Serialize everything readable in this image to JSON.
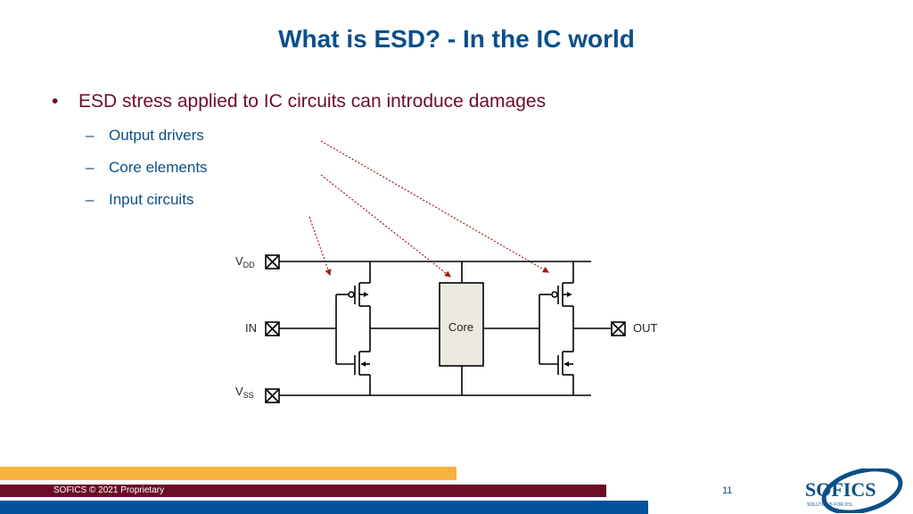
{
  "title": "What is ESD? - In the IC world",
  "bullet": {
    "marker": "•",
    "text": "ESD stress applied to IC circuits can introduce damages"
  },
  "sub_items": [
    {
      "dash": "–",
      "text": "Output drivers"
    },
    {
      "dash": "–",
      "text": "Core elements"
    },
    {
      "dash": "–",
      "text": "Input circuits"
    }
  ],
  "circuit": {
    "vdd": "V",
    "vdd_sub": "DD",
    "vss": "V",
    "vss_sub": "SS",
    "in": "IN",
    "out": "OUT",
    "core": "Core"
  },
  "footer": {
    "text": "SOFICS © 2021 Proprietary",
    "page": "11",
    "logo_text": "SOFICS",
    "logo_tagline": "SOLUTIONS FOR ICS"
  },
  "colors": {
    "title": "#0b4f8a",
    "bullet": "#6b0d27",
    "orange": "#f6b13f",
    "maroon": "#6b0d27",
    "blue": "#04539a",
    "core_fill": "#ece9df",
    "arrow": "#9b1b1b"
  }
}
